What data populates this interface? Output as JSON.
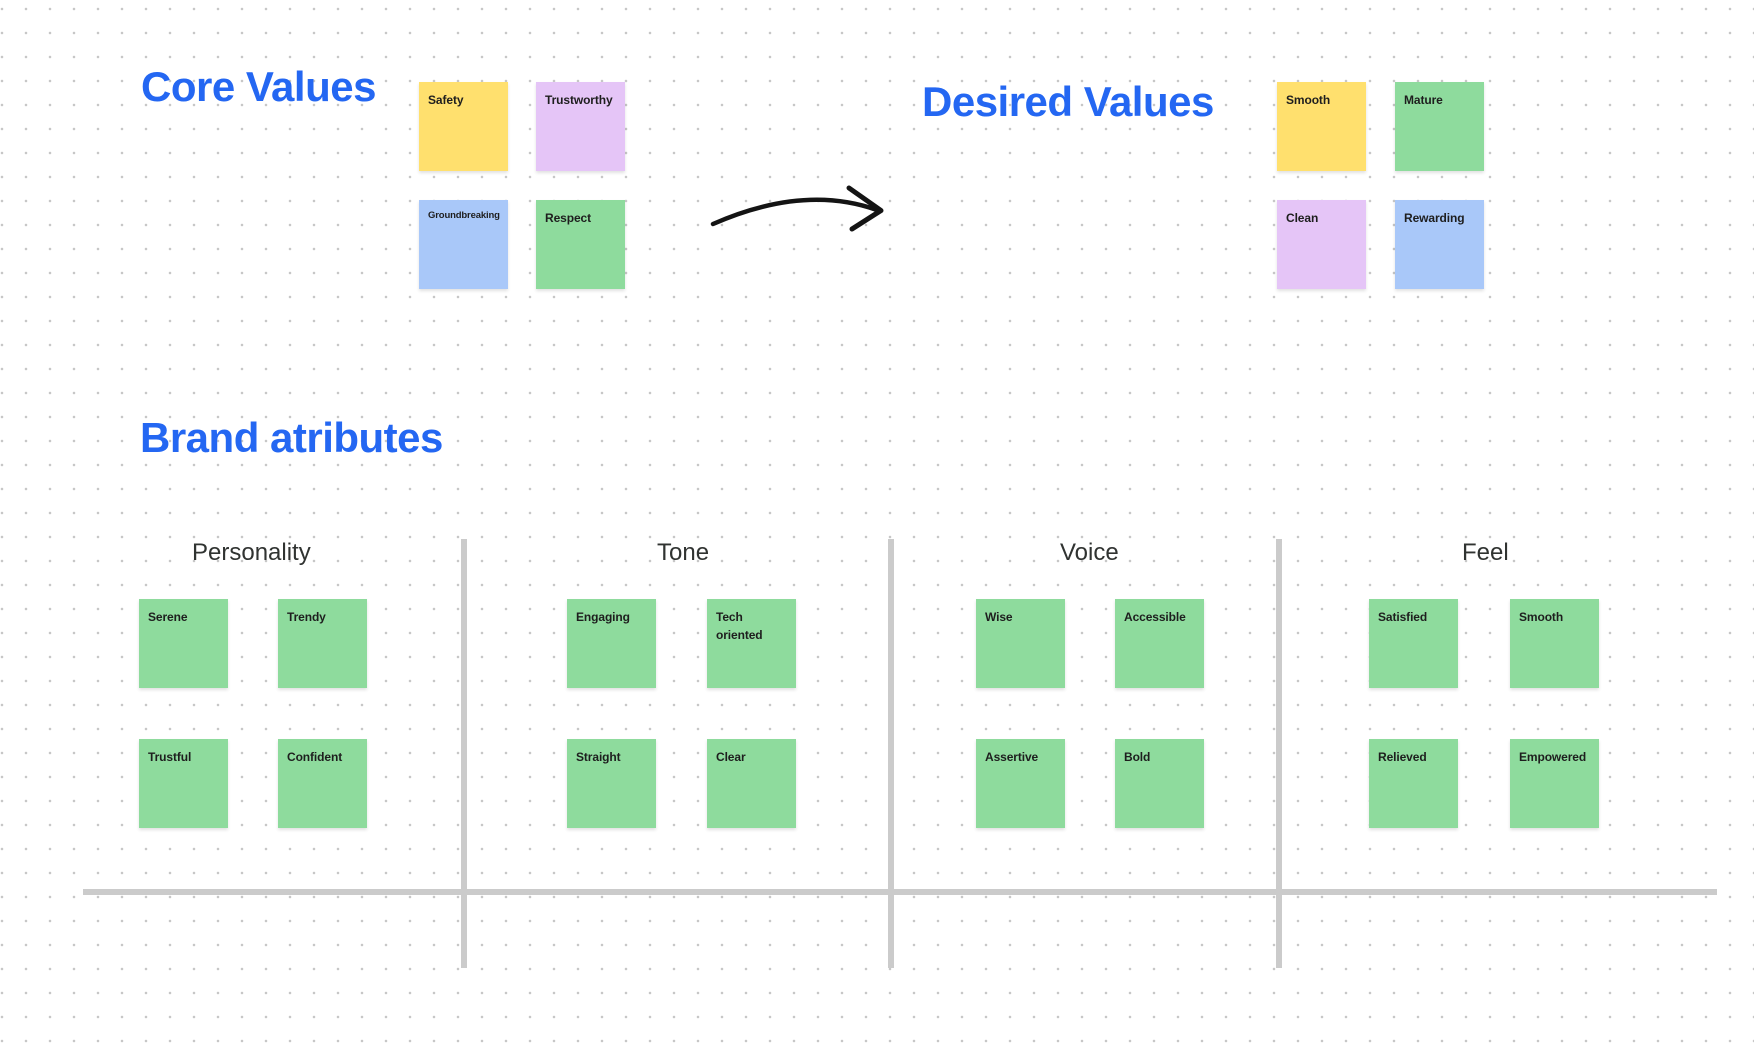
{
  "board": {
    "background": "#ffffff",
    "dot_color": "#c7c7c7",
    "line_color": "#cbcbcb",
    "title_color": "#2467f2",
    "column_title_color": "#303331",
    "note_text_color": "#1e1e1e",
    "arrow_color": "#141414",
    "note_colors": {
      "yellow": "#ffe06e",
      "purple": "#e5c5f7",
      "blue": "#a9c8f9",
      "green": "#8edb9d"
    }
  },
  "core_values": {
    "title": "Core Values",
    "notes": [
      {
        "label": "Safety",
        "color": "yellow"
      },
      {
        "label": "Trustworthy",
        "color": "purple"
      },
      {
        "label": "Groundbreaking",
        "color": "blue"
      },
      {
        "label": "Respect",
        "color": "green"
      }
    ]
  },
  "desired_values": {
    "title": "Desired Values",
    "notes": [
      {
        "label": "Smooth",
        "color": "yellow"
      },
      {
        "label": "Mature",
        "color": "green"
      },
      {
        "label": "Clean",
        "color": "purple"
      },
      {
        "label": "Rewarding",
        "color": "blue"
      }
    ]
  },
  "arrow": {
    "meaning": "core values transform into desired values"
  },
  "brand_attributes": {
    "title": "Brand atributes",
    "columns": [
      {
        "title": "Personality",
        "notes": [
          {
            "label": "Serene",
            "color": "green"
          },
          {
            "label": "Trendy",
            "color": "green"
          },
          {
            "label": "Trustful",
            "color": "green"
          },
          {
            "label": "Confident",
            "color": "green"
          }
        ]
      },
      {
        "title": "Tone",
        "notes": [
          {
            "label": "Engaging",
            "color": "green"
          },
          {
            "label": "Tech oriented",
            "color": "green"
          },
          {
            "label": "Straight",
            "color": "green"
          },
          {
            "label": "Clear",
            "color": "green"
          }
        ]
      },
      {
        "title": "Voice",
        "notes": [
          {
            "label": "Wise",
            "color": "green"
          },
          {
            "label": "Accessible",
            "color": "green"
          },
          {
            "label": "Assertive",
            "color": "green"
          },
          {
            "label": "Bold",
            "color": "green"
          }
        ]
      },
      {
        "title": "Feel",
        "notes": [
          {
            "label": "Satisfied",
            "color": "green"
          },
          {
            "label": "Smooth",
            "color": "green"
          },
          {
            "label": "Relieved",
            "color": "green"
          },
          {
            "label": "Empowered",
            "color": "green"
          }
        ]
      }
    ]
  }
}
